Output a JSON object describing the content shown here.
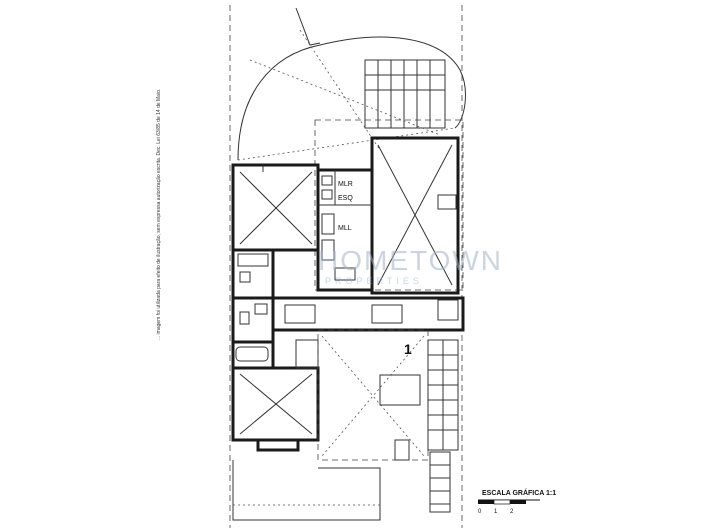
{
  "rooms": {
    "mlr": "MLR",
    "esq": "ESQ",
    "mll": "MLL",
    "marker": "1"
  },
  "watermark": {
    "brand": "HOMETOWN",
    "sub": "PROPERTIES"
  },
  "side_note": "... imagem foi utilizada para efeito de ilustração, sem expressa autorização escrita. Dec. Lei 63/85 de 14 de Maio.",
  "scale": {
    "title": "ESCALA GRÁFICA 1:1",
    "ticks": [
      "0",
      "1",
      "2"
    ]
  }
}
